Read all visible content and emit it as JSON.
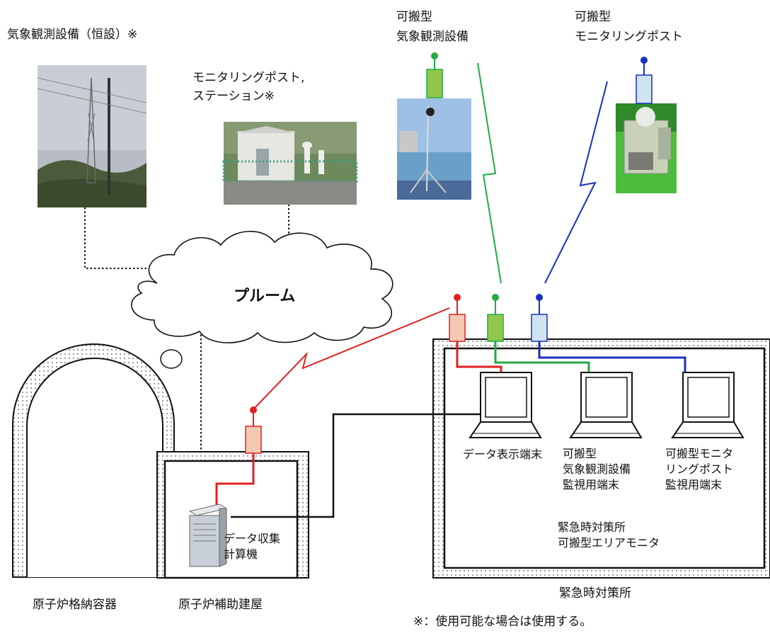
{
  "labels": {
    "meteo_permanent": "気象観測設備（恒設）※",
    "monitoring_post_line1": "モニタリングポスト,",
    "monitoring_post_line2": "ステーション※",
    "portable_meteo_line1": "可搬型",
    "portable_meteo_line2": "気象観測設備",
    "portable_post_line1": "可搬型",
    "portable_post_line2": "モニタリングポスト",
    "plume": "プルーム",
    "data_display_terminal": "データ表示端末",
    "meteo_terminal_line1": "可搬型",
    "meteo_terminal_line2": "気象観測設備",
    "meteo_terminal_line3": "監視用端末",
    "post_terminal_line1": "可搬型モニタ",
    "post_terminal_line2": "リングポスト",
    "post_terminal_line3": "監視用端末",
    "area_monitor_line1": "緊急時対策所",
    "area_monitor_line2": "可搬型エリアモニタ",
    "collector_line1": "データ収集",
    "collector_line2": "計算機",
    "containment": "原子炉格納容器",
    "aux_building": "原子炉補助建屋",
    "emergency_center": "緊急時対策所",
    "note": "※：使用可能な場合は使用する。"
  },
  "colors": {
    "red": "#e02020",
    "green": "#22aa44",
    "blue": "#1a2fc0",
    "red_tx": "#f5c9b3",
    "green_tx": "#8fc84a",
    "blue_tx": "#cfe3f3"
  },
  "icons": [
    "antenna-icon",
    "laptop-icon",
    "server-icon",
    "cloud-icon"
  ]
}
